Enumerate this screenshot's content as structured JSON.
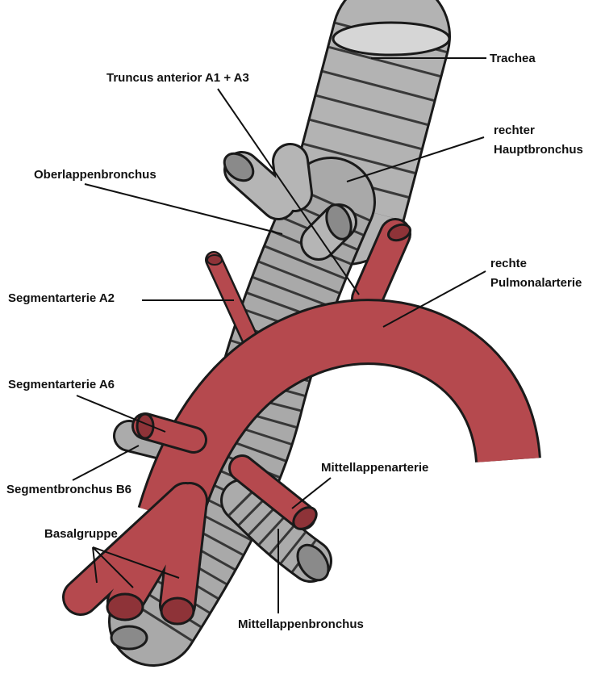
{
  "labels": {
    "trachea": "Trachea",
    "truncus": "Truncus anterior A1 + A3",
    "hauptbronchus_1": "rechter",
    "hauptbronchus_2": "Hauptbronchus",
    "oberlappen": "Oberlappenbronchus",
    "pulmonal_1": "rechte",
    "pulmonal_2": "Pulmonalarterie",
    "a2": "Segmentarterie A2",
    "a6": "Segmentarterie A6",
    "b6": "Segmentbronchus B6",
    "basal": "Basalgruppe",
    "mittel_arterie": "Mittellappenarterie",
    "mittel_bronchus": "Mittellappenbronchus"
  },
  "colors": {
    "artery": "#b5494e",
    "artery_dark": "#8e3338",
    "bronchus": "#a9a9a9",
    "bronchus_light": "#d2d2d2",
    "outline": "#1a1a1a"
  }
}
